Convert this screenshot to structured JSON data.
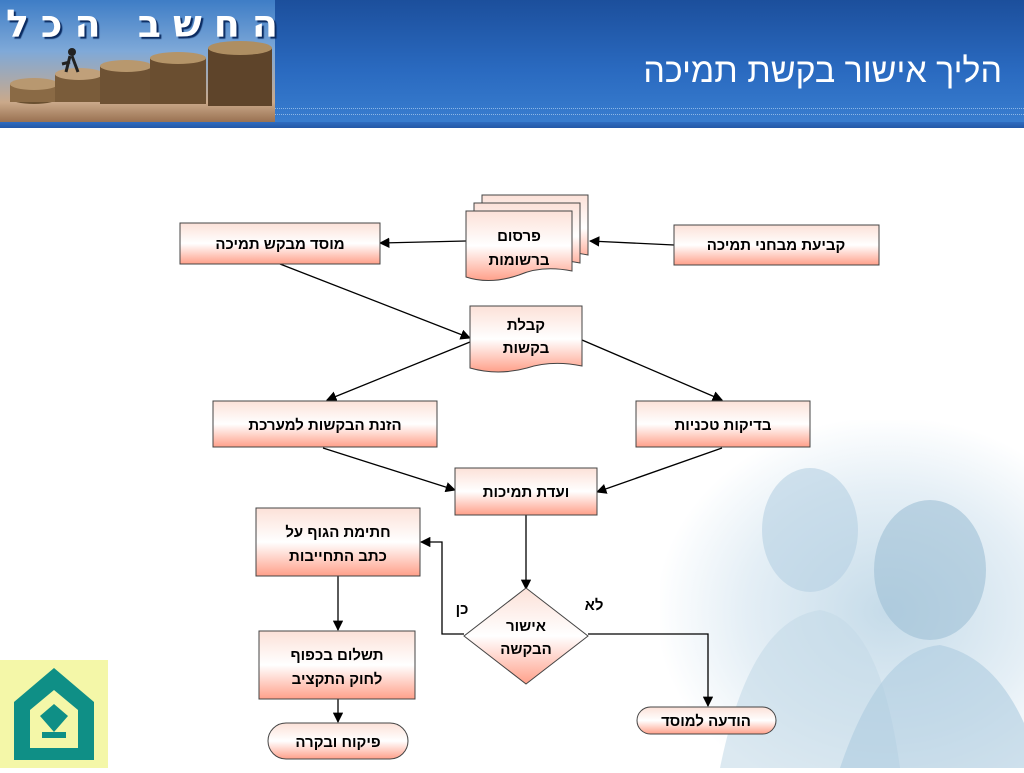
{
  "header": {
    "brand": "החשב הכללי",
    "title": "הליך אישור בקשת תמיכה"
  },
  "flow": {
    "nodes": {
      "set_criteria": "קביעת מבחני תמיכה",
      "publish_l1": "פרסום",
      "publish_l2": "ברשומות",
      "org_requests": "מוסד מבקש תמיכה",
      "receive_l1": "קבלת",
      "receive_l2": "בקשות",
      "enter_system": "הזנת הבקשות למערכת",
      "technical_checks": "בדיקות טכניות",
      "committee": "ועדת תמיכות",
      "sign_l1": "חתימת הגוף על",
      "sign_l2": "כתב התחייבות",
      "approval_l1": "אישור",
      "approval_l2": "הבקשה",
      "payment_l1": "תשלום בכפוף",
      "payment_l2": "לחוק התקציב",
      "notify_org": "הודעה למוסד",
      "oversight": "פיקוח ובקרה"
    },
    "labels": {
      "yes": "כן",
      "no": "לא"
    }
  },
  "colors": {
    "header_blue": "#1c4f9c",
    "box_top": "#fce1d8",
    "box_mid": "#ffa08a",
    "text": "#000000"
  },
  "icons": {
    "header_art": "coin-stacks-image",
    "logo": "accountant-general-logo",
    "background": "businessmen-photo"
  }
}
